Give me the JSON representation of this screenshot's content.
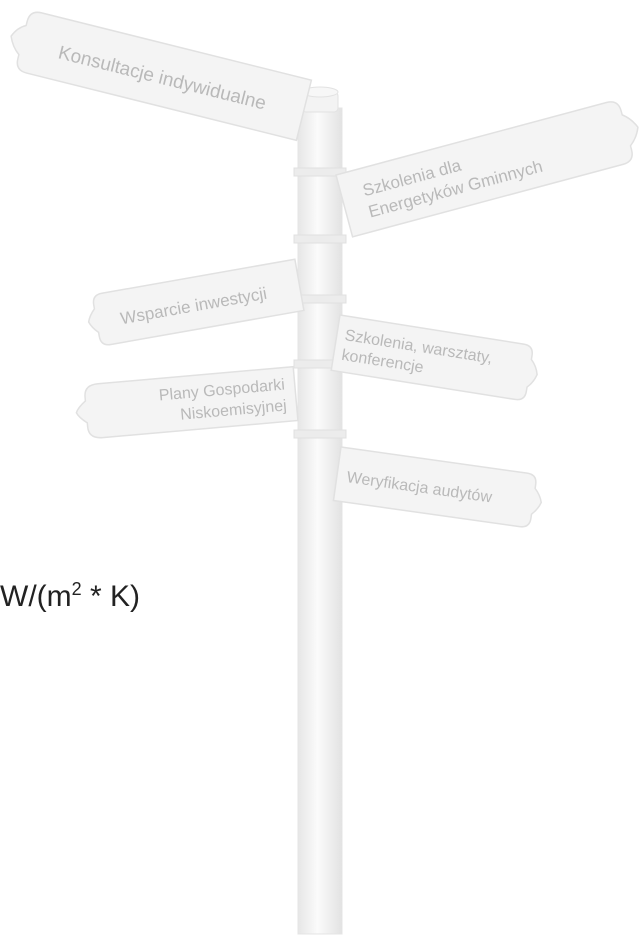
{
  "signpost": {
    "signs": [
      {
        "lines": [
          "Konsultacje indywidualne"
        ]
      },
      {
        "lines": [
          "Szkolenia dla",
          "Energetyków Gminnych"
        ]
      },
      {
        "lines": [
          "Wsparcie inwestycji"
        ]
      },
      {
        "lines": [
          "Szkolenia, warsztaty,",
          "konferencje"
        ]
      },
      {
        "lines": [
          "Plany Gospodarki",
          "Niskoemisyjnej"
        ]
      },
      {
        "lines": [
          "Weryfikacja audytów"
        ]
      }
    ]
  },
  "unit_label": {
    "prefix": "W/(m",
    "exponent": "2",
    "suffix": " * K)"
  },
  "colors": {
    "sign_fill": "#f4f4f4",
    "sign_stroke": "#e1e1e1",
    "sign_text": "#b9b9b9",
    "pole": "#f0f0f0",
    "label_text": "#222222"
  }
}
